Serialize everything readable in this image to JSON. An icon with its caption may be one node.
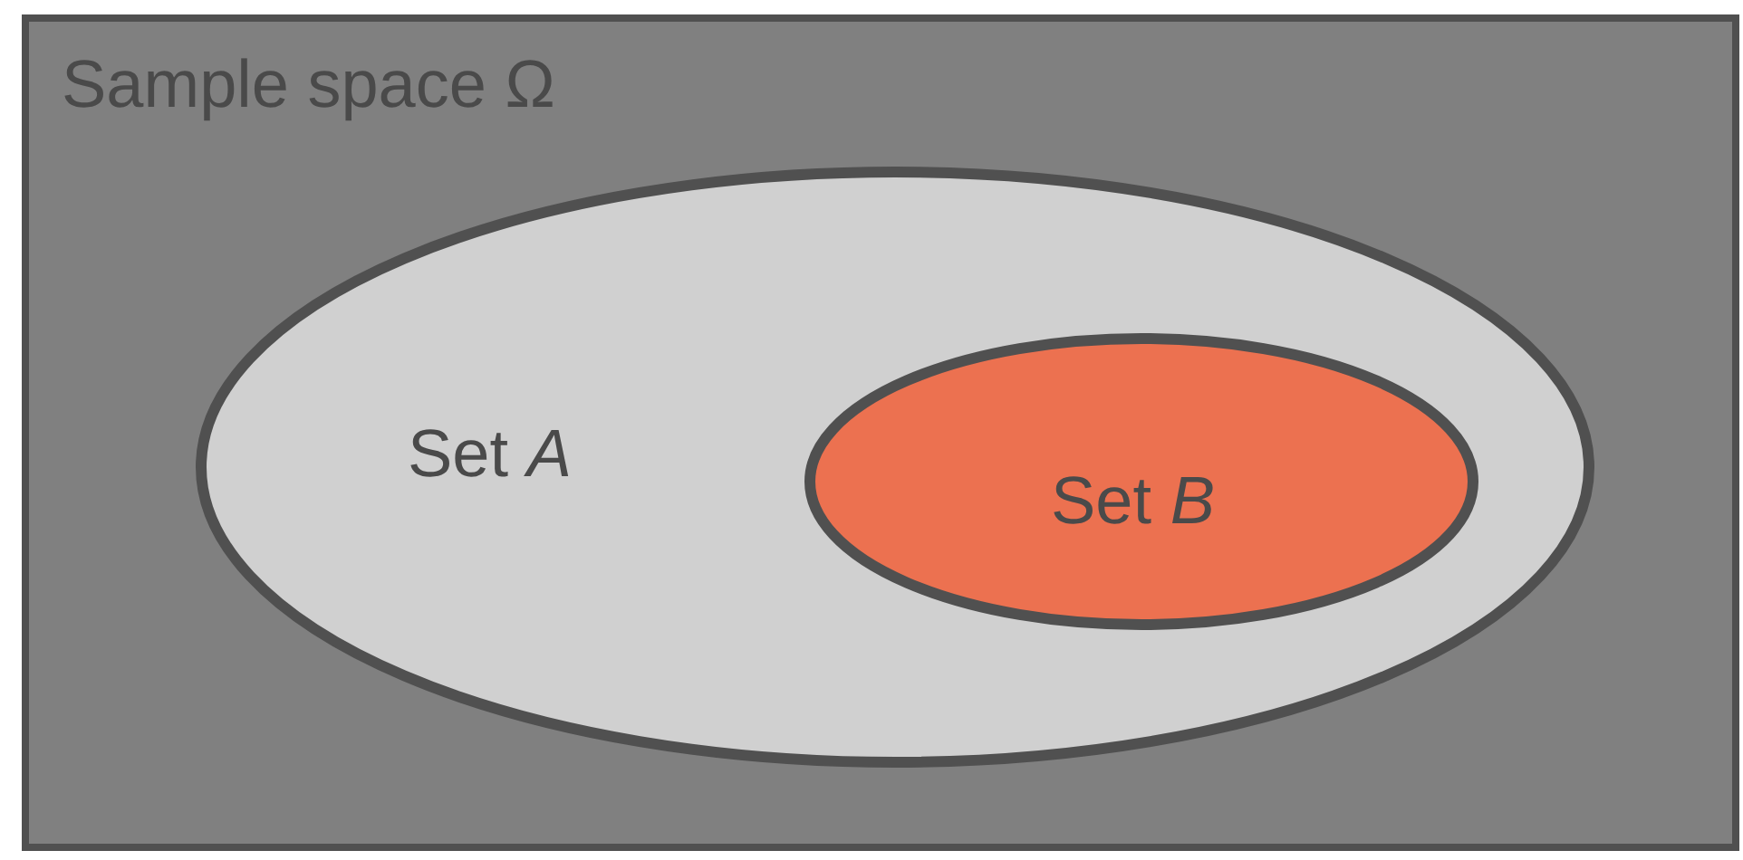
{
  "diagram": {
    "nodes": [
      {
        "text": [
          "Sample space Ω"
        ]
      },
      {
        "text": [
          "Set *A*"
        ],
        "in": 0
      },
      {
        "text": [
          "Set *B*"
        ],
        "in": 1
      }
    ],
    "edges": []
  }
}
